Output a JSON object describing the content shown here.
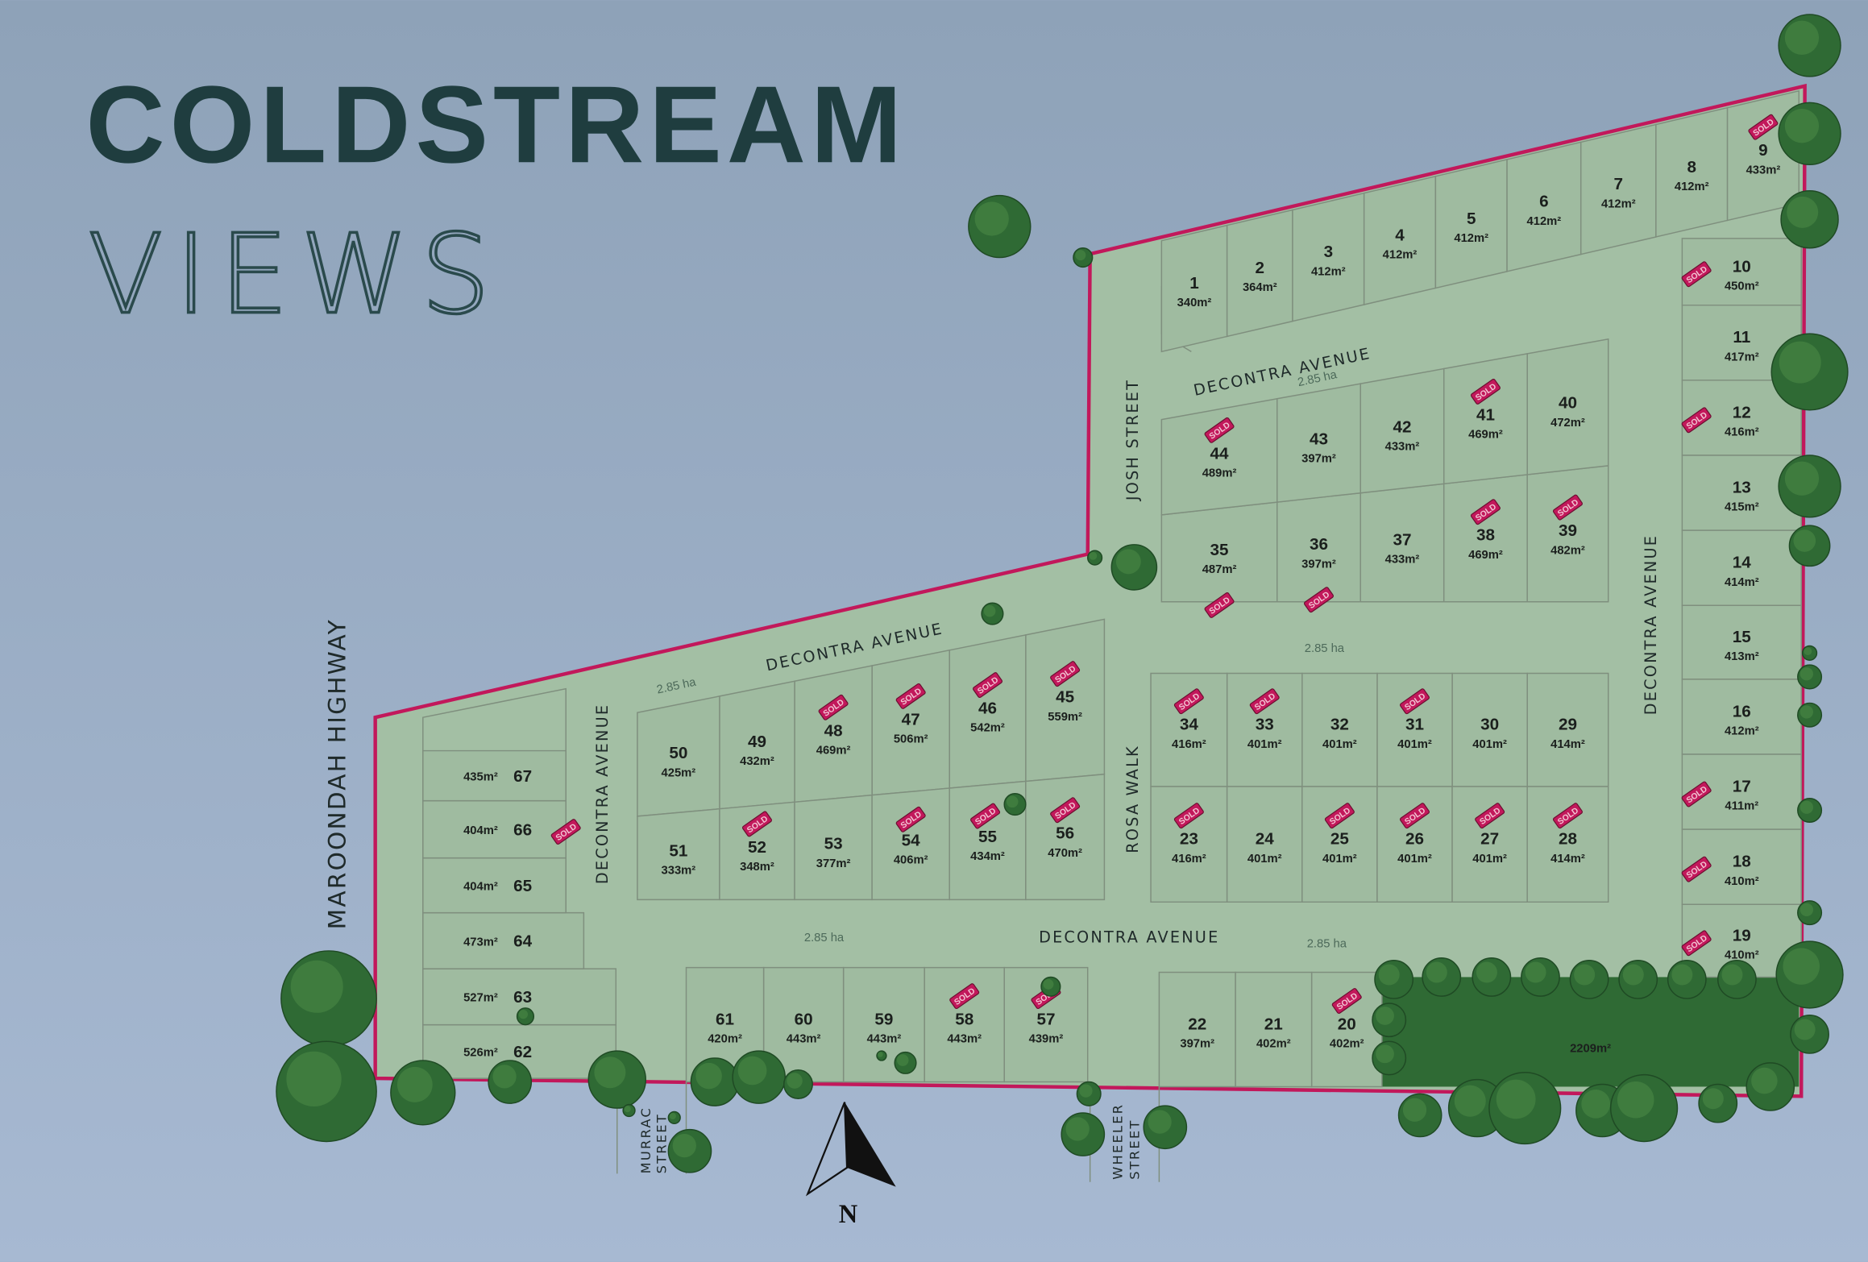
{
  "header": {
    "title": "COLDSTREAM",
    "subtitle": "VIEWS"
  },
  "colors": {
    "background": "#9fb0c8",
    "land": "#9fbba0",
    "boundary": "#c2185b",
    "park": "#2f6a34",
    "tree": "#2f6a34",
    "title": "#1f3d3f",
    "sold": "#c2185b"
  },
  "streets": {
    "maroondah": "MAROONDAH HIGHWAY",
    "josh": "JOSH STREET",
    "rosa": "ROSA WALK",
    "decontra_top": "DECONTRA AVENUE",
    "decontra_mid": "DECONTRA AVENUE",
    "decontra_left": "DECONTRA AVENUE",
    "decontra_right": "DECONTRA AVENUE",
    "decontra_bottom": "DECONTRA AVENUE",
    "murrac_1": "MURRAC",
    "murrac_2": "STREET",
    "wheeler_1": "WHEELER",
    "wheeler_2": "STREET"
  },
  "area_labels": [
    "2.85 ha",
    "2.85 ha",
    "2.85 ha",
    "2.85 ha",
    "2.85 ha"
  ],
  "sold_label": "SOLD",
  "park": {
    "area": "2209m²"
  },
  "north": {
    "label": "N"
  },
  "lots": [
    {
      "n": "1",
      "area": "340m²",
      "sold": false
    },
    {
      "n": "2",
      "area": "364m²",
      "sold": false
    },
    {
      "n": "3",
      "area": "412m²",
      "sold": false
    },
    {
      "n": "4",
      "area": "412m²",
      "sold": false
    },
    {
      "n": "5",
      "area": "412m²",
      "sold": false
    },
    {
      "n": "6",
      "area": "412m²",
      "sold": false
    },
    {
      "n": "7",
      "area": "412m²",
      "sold": false
    },
    {
      "n": "8",
      "area": "412m²",
      "sold": false
    },
    {
      "n": "9",
      "area": "433m²",
      "sold": true
    },
    {
      "n": "10",
      "area": "450m²",
      "sold": true
    },
    {
      "n": "11",
      "area": "417m²",
      "sold": false
    },
    {
      "n": "12",
      "area": "416m²",
      "sold": true
    },
    {
      "n": "13",
      "area": "415m²",
      "sold": false
    },
    {
      "n": "14",
      "area": "414m²",
      "sold": false
    },
    {
      "n": "15",
      "area": "413m²",
      "sold": false
    },
    {
      "n": "16",
      "area": "412m²",
      "sold": false
    },
    {
      "n": "17",
      "area": "411m²",
      "sold": true
    },
    {
      "n": "18",
      "area": "410m²",
      "sold": true
    },
    {
      "n": "19",
      "area": "410m²",
      "sold": true
    },
    {
      "n": "20",
      "area": "402m²",
      "sold": true
    },
    {
      "n": "21",
      "area": "402m²",
      "sold": false
    },
    {
      "n": "22",
      "area": "397m²",
      "sold": false
    },
    {
      "n": "23",
      "area": "416m²",
      "sold": true
    },
    {
      "n": "24",
      "area": "401m²",
      "sold": false
    },
    {
      "n": "25",
      "area": "401m²",
      "sold": true
    },
    {
      "n": "26",
      "area": "401m²",
      "sold": true
    },
    {
      "n": "27",
      "area": "401m²",
      "sold": true
    },
    {
      "n": "28",
      "area": "414m²",
      "sold": true
    },
    {
      "n": "29",
      "area": "414m²",
      "sold": false
    },
    {
      "n": "30",
      "area": "401m²",
      "sold": false
    },
    {
      "n": "31",
      "area": "401m²",
      "sold": true
    },
    {
      "n": "32",
      "area": "401m²",
      "sold": false
    },
    {
      "n": "33",
      "area": "401m²",
      "sold": true
    },
    {
      "n": "34",
      "area": "416m²",
      "sold": true
    },
    {
      "n": "35",
      "area": "487m²",
      "sold": true
    },
    {
      "n": "36",
      "area": "397m²",
      "sold": true
    },
    {
      "n": "37",
      "area": "433m²",
      "sold": false
    },
    {
      "n": "38",
      "area": "469m²",
      "sold": true
    },
    {
      "n": "39",
      "area": "482m²",
      "sold": true
    },
    {
      "n": "40",
      "area": "472m²",
      "sold": false
    },
    {
      "n": "41",
      "area": "469m²",
      "sold": true
    },
    {
      "n": "42",
      "area": "433m²",
      "sold": false
    },
    {
      "n": "43",
      "area": "397m²",
      "sold": false
    },
    {
      "n": "44",
      "area": "489m²",
      "sold": true
    },
    {
      "n": "45",
      "area": "559m²",
      "sold": true
    },
    {
      "n": "46",
      "area": "542m²",
      "sold": true
    },
    {
      "n": "47",
      "area": "506m²",
      "sold": true
    },
    {
      "n": "48",
      "area": "469m²",
      "sold": true
    },
    {
      "n": "49",
      "area": "432m²",
      "sold": false
    },
    {
      "n": "50",
      "area": "425m²",
      "sold": false
    },
    {
      "n": "51",
      "area": "333m²",
      "sold": false
    },
    {
      "n": "52",
      "area": "348m²",
      "sold": true
    },
    {
      "n": "53",
      "area": "377m²",
      "sold": false
    },
    {
      "n": "54",
      "area": "406m²",
      "sold": true
    },
    {
      "n": "55",
      "area": "434m²",
      "sold": true
    },
    {
      "n": "56",
      "area": "470m²",
      "sold": true
    },
    {
      "n": "57",
      "area": "439m²",
      "sold": true
    },
    {
      "n": "58",
      "area": "443m²",
      "sold": true
    },
    {
      "n": "59",
      "area": "443m²",
      "sold": false
    },
    {
      "n": "60",
      "area": "443m²",
      "sold": false
    },
    {
      "n": "61",
      "area": "420m²",
      "sold": false
    },
    {
      "n": "62",
      "area": "526m²",
      "sold": false
    },
    {
      "n": "63",
      "area": "527m²",
      "sold": false
    },
    {
      "n": "64",
      "area": "473m²",
      "sold": false
    },
    {
      "n": "65",
      "area": "404m²",
      "sold": false
    },
    {
      "n": "66",
      "area": "404m²",
      "sold": true
    },
    {
      "n": "67",
      "area": "435m²",
      "sold": false
    }
  ]
}
